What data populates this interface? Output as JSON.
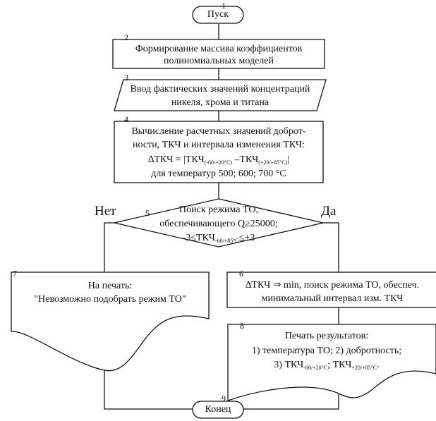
{
  "blocks": [
    {
      "num": "1",
      "text": "Пуск"
    },
    {
      "num": "2",
      "lines": [
        "Формирование массива коэффициентов",
        "полиномиальных моделей"
      ]
    },
    {
      "num": "3",
      "lines": [
        "Ввод фактических значений концентраций",
        "никеля, хрома и титана"
      ]
    },
    {
      "num": "4",
      "lines": [
        "Вычисление расчетных значений доброт-",
        "ности, ТКЧ и интервала изменения ТКЧ:"
      ],
      "formula": {
        "lhs": "∆ТКЧ = |ТКЧ",
        "sub1": "(-60/+20°C)",
        "mid": " –ТКЧ",
        "sub2": "(+20/+85°C)",
        "end": "|"
      },
      "last": "для температур 500; 600; 700 °С"
    },
    {
      "num": "5",
      "lines": [
        "Поиск режима ТО,",
        "обеспечивающего Q≥25000;"
      ],
      "cond": {
        "pre": "-3≤ТКЧ",
        "sub": "-60/+85°C",
        "post": "≤+3"
      }
    },
    {
      "num": "6",
      "lines": [
        "∆ТКЧ ⇒ min, поиск режима ТО, обеспеч.",
        "минимальный интервал изм. ТКЧ"
      ]
    },
    {
      "num": "7",
      "lines": [
        "На печать:",
        "\"Невозможно подобрать режим ТО\""
      ]
    },
    {
      "num": "8",
      "lines": [
        "Печать результатов:",
        "1) температура ТО; 2) добротность;"
      ],
      "item3": {
        "pre": "3) ТКЧ",
        "sub1": "-60/+20°C",
        "mid": ";  ТКЧ",
        "sub2": "+20/+85°C",
        "post": "."
      }
    },
    {
      "num": "9",
      "text": "Конец"
    }
  ],
  "branches": {
    "no": "Нет",
    "yes": "Да"
  }
}
